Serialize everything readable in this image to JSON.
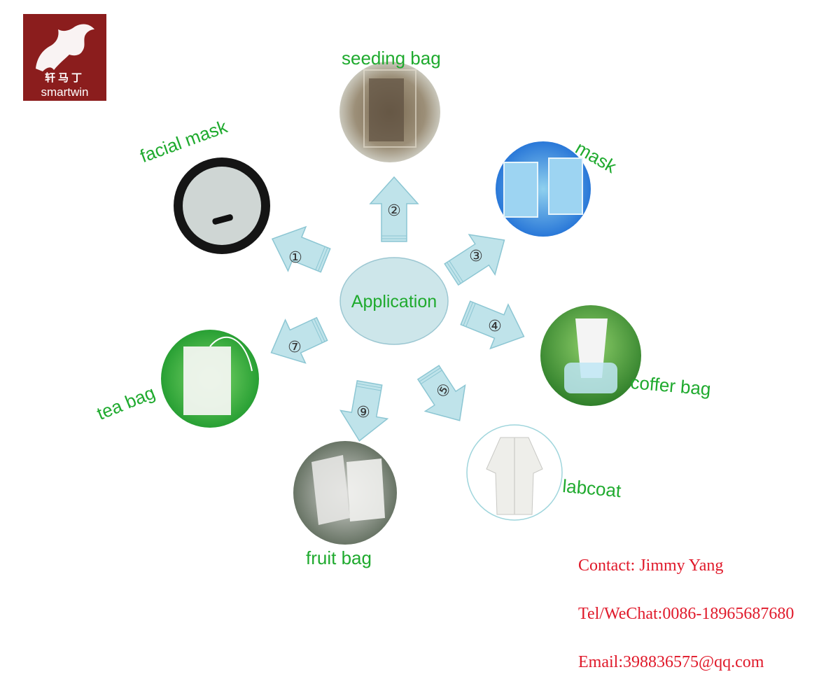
{
  "logo": {
    "cjk": "轩马丁",
    "brand": "smartwin"
  },
  "center": {
    "label": "Application"
  },
  "applications": [
    {
      "id": "facial-mask",
      "label": "facial mask",
      "marker": "①"
    },
    {
      "id": "seeding-bag",
      "label": "seeding bag",
      "marker": "②"
    },
    {
      "id": "mask",
      "label": "mask",
      "marker": "③"
    },
    {
      "id": "coffer-bag",
      "label": "coffer bag",
      "marker": "④"
    },
    {
      "id": "labcoat",
      "label": "labcoat",
      "marker": "⑤"
    },
    {
      "id": "tea-bag",
      "label": "tea bag",
      "marker": "⑦"
    },
    {
      "id": "fruit-bag",
      "label": "fruit bag",
      "marker": "⑨"
    }
  ],
  "contact": {
    "name": "Contact: Jimmy Yang",
    "tel": "Tel/WeChat:0086-18965687680",
    "email": "Email:398836575@qq.com"
  },
  "colors": {
    "label_green": "#1faa2e",
    "contact_red": "#e0192a",
    "arrow_fill": "#bfe3ea",
    "arrow_stroke": "#8cc6d3",
    "center_fill": "#cde6ea",
    "center_text": "#1faa2e",
    "logo_bg": "#8b1d1d"
  }
}
